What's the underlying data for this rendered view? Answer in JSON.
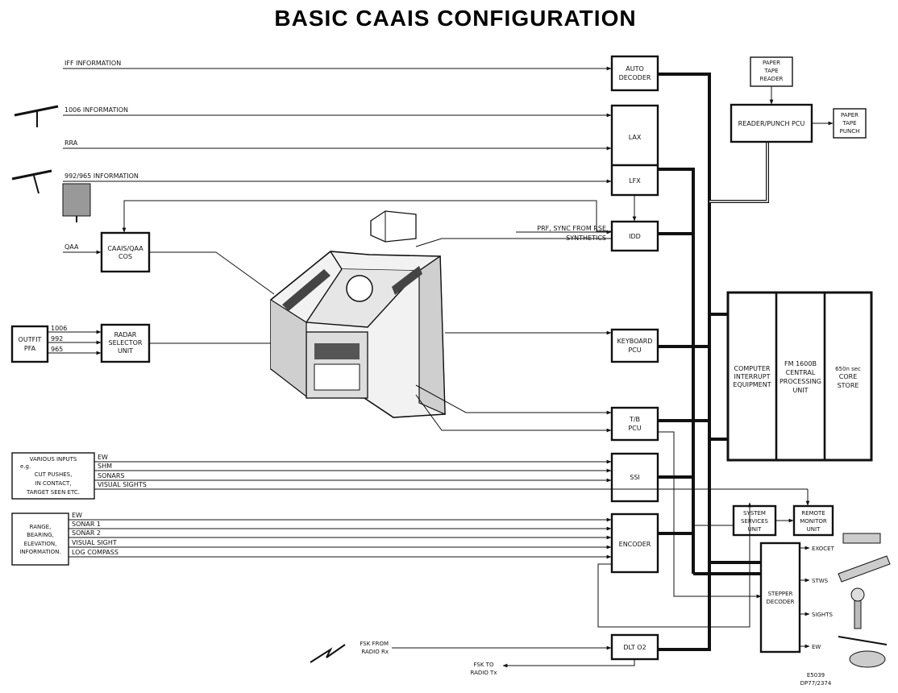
{
  "title": "BASIC CAAIS CONFIGURATION",
  "inputs": {
    "iff": "IFF INFORMATION",
    "info1006": "1006 INFORMATION",
    "rra": "RRA",
    "info992": "992/965 INFORMATION",
    "qaa": "QAA",
    "prf_line1": "PRF, SYNC FROM RSE",
    "prf_line2": "SYNTHETICS"
  },
  "boxes": {
    "auto_decoder": [
      "AUTO",
      "DECODER"
    ],
    "lax": [
      "LAX"
    ],
    "lfx": [
      "LFX"
    ],
    "idd": [
      "IDD"
    ],
    "caais_qaa_cos": [
      "CAAIS/QAA",
      "COS"
    ],
    "radar_selector": [
      "RADAR",
      "SELECTOR",
      "UNIT"
    ],
    "outfit_pfa": [
      "OUTFIT",
      "PFA"
    ],
    "keyboard_pcu": [
      "KEYBOARD",
      "PCU"
    ],
    "tb_pcu": [
      "T/B",
      "PCU"
    ],
    "ssi": [
      "SSI"
    ],
    "encoder": [
      "ENCODER"
    ],
    "dlt": [
      "DLT O2"
    ],
    "paper_tape_reader": [
      "PAPER",
      "TAPE",
      "READER"
    ],
    "reader_punch_pcu": [
      "READER/PUNCH PCU"
    ],
    "paper_tape_punch": [
      "PAPER",
      "TAPE",
      "PUNCH"
    ],
    "computer_interrupt": [
      "COMPUTER",
      "INTERRUPT",
      "EQUIPMENT"
    ],
    "fm1600b": [
      "FM 1600B",
      "CENTRAL",
      "PROCESSING",
      "UNIT"
    ],
    "core_store": [
      "650n sec",
      "CORE",
      "STORE"
    ],
    "system_services": [
      "SYSTEM",
      "SERVICES",
      "UNIT"
    ],
    "remote_monitor": [
      "REMOTE",
      "MONITOR",
      "UNIT"
    ],
    "stepper_decoder": [
      "STEPPER",
      "DECODER"
    ],
    "various_inputs": [
      "VARIOUS INPUTS",
      "e.g.",
      "CUT PUSHES,",
      "IN CONTACT,",
      "TARGET SEEN ETC."
    ],
    "range_bearing": [
      "RANGE,",
      "BEARING,",
      "ELEVATION,",
      "INFORMATION."
    ]
  },
  "radar_select_labels": [
    "1006",
    "992",
    "965"
  ],
  "ssi_inputs": [
    "EW",
    "SHM",
    "SONARS",
    "VISUAL SIGHTS"
  ],
  "encoder_inputs": [
    "EW",
    "SONAR 1",
    "SONAR 2",
    "VISUAL SIGHT",
    "LOG COMPASS"
  ],
  "stepper_outputs": [
    "EXOCET",
    "STWS",
    "SIGHTS",
    "EW"
  ],
  "fsk_from": [
    "FSK FROM",
    "RADIO Rx"
  ],
  "fsk_to": [
    "FSK TO",
    "RADIO Tx"
  ],
  "ref": [
    "E5039",
    "DP77/2374"
  ]
}
